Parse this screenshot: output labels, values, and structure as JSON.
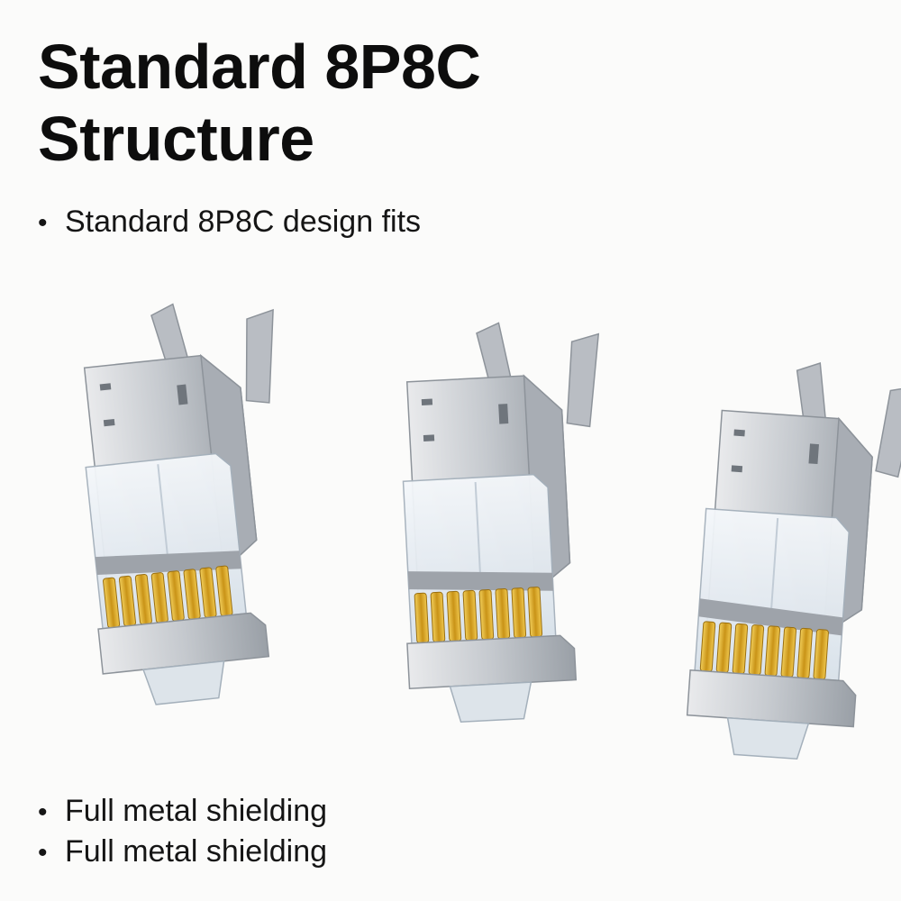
{
  "title_lines": [
    "Standard 8P8C",
    "Structure"
  ],
  "bullets": [
    "Standard 8P8C design fits",
    "Full metal shielding",
    "Full metal shielding"
  ],
  "colors": {
    "metal": "#c9ccd1",
    "metal_dark": "#9ea3aa",
    "clear_plastic": "#e4ecf3",
    "gold_contacts": "#d4a62a",
    "text": "#111111"
  },
  "product_icons": [
    "rj45-connector-icon",
    "rj45-connector-icon",
    "rj45-connector-icon"
  ]
}
